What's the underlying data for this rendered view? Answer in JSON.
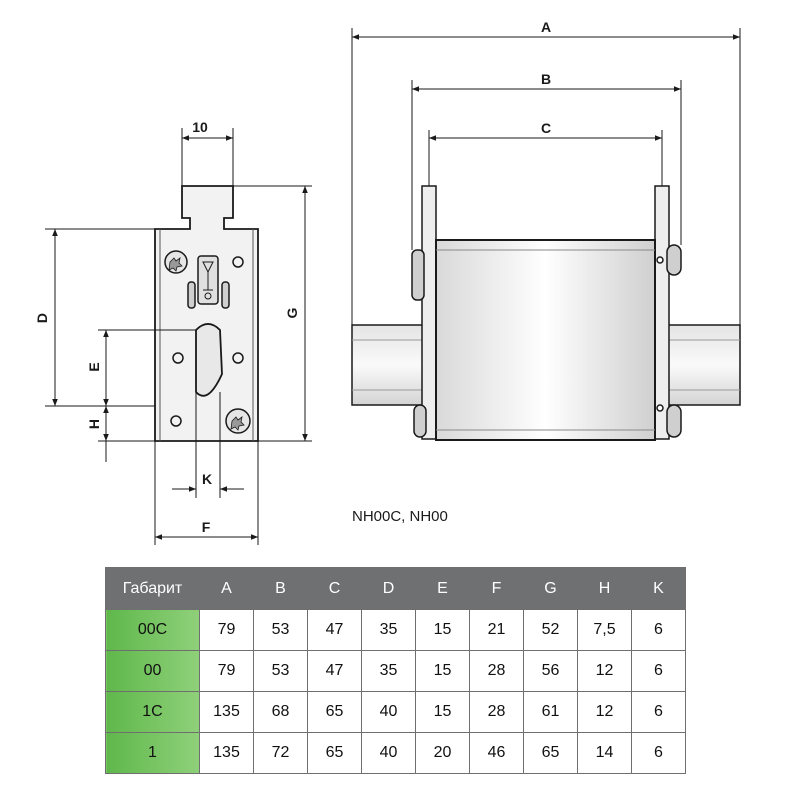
{
  "drawing": {
    "dim_top_width": "10",
    "labels": {
      "A": "A",
      "B": "B",
      "C": "C",
      "D": "D",
      "E": "E",
      "F": "F",
      "G": "G",
      "H": "H",
      "K": "K"
    }
  },
  "caption": "NH00C, NH00",
  "table": {
    "headers": [
      "Габарит",
      "A",
      "B",
      "C",
      "D",
      "E",
      "F",
      "G",
      "H",
      "K"
    ],
    "rows": [
      [
        "00C",
        "79",
        "53",
        "47",
        "35",
        "15",
        "21",
        "52",
        "7,5",
        "6"
      ],
      [
        "00",
        "79",
        "53",
        "47",
        "35",
        "15",
        "28",
        "56",
        "12",
        "6"
      ],
      [
        "1C",
        "135",
        "68",
        "65",
        "40",
        "15",
        "28",
        "61",
        "12",
        "6"
      ],
      [
        "1",
        "135",
        "72",
        "65",
        "40",
        "20",
        "46",
        "65",
        "14",
        "6"
      ]
    ]
  },
  "colors": {
    "first_column": "#6abf55",
    "header": "#6f7072",
    "line": "#1a1a1a"
  }
}
